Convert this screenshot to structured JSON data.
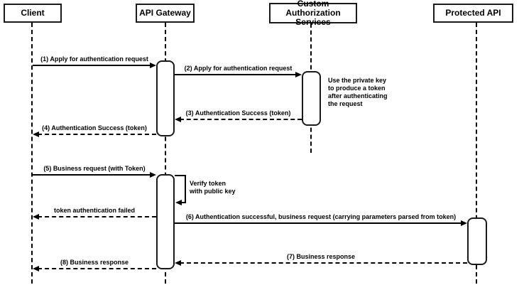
{
  "diagram": {
    "type": "sequence-diagram",
    "colors": {
      "stroke": "#000000",
      "fill": "#ffffff"
    },
    "actors": [
      {
        "label": "Client"
      },
      {
        "label": "API Gateway"
      },
      {
        "label": "Custom Authorization Services"
      },
      {
        "label": "Protected API"
      }
    ],
    "messages": [
      {
        "num": 1,
        "label": "(1) Apply for authentication request",
        "from": "Client",
        "to": "API Gateway",
        "style": "solid"
      },
      {
        "num": 2,
        "label": "(2) Apply for authentication request",
        "from": "API Gateway",
        "to": "Custom Authorization Services",
        "style": "solid"
      },
      {
        "num": 3,
        "label": "(3) Authentication Success (token)",
        "from": "Custom Authorization Services",
        "to": "API Gateway",
        "style": "dashed"
      },
      {
        "num": 4,
        "label": "(4) Authentication Success (token)",
        "from": "API Gateway",
        "to": "Client",
        "style": "dashed"
      },
      {
        "num": 5,
        "label": "(5) Business request (with Token)",
        "from": "Client",
        "to": "API Gateway",
        "style": "solid"
      },
      {
        "num": null,
        "label": "token authentication failed",
        "from": "API Gateway",
        "to": "Client",
        "style": "dashed"
      },
      {
        "num": 6,
        "label": "(6) Authentication successful, business request (carrying parameters parsed from token)",
        "from": "API Gateway",
        "to": "Protected API",
        "style": "solid"
      },
      {
        "num": 7,
        "label": "(7) Business response",
        "from": "Protected API",
        "to": "API Gateway",
        "style": "dashed"
      },
      {
        "num": 8,
        "label": "(8) Business response",
        "from": "API Gateway",
        "to": "Client",
        "style": "dashed"
      }
    ],
    "self_message": {
      "label": "Verify token\nwith public key",
      "on": "API Gateway"
    },
    "note": {
      "text": "Use the private key to produce a token after authenticating the request",
      "on": "Custom Authorization Services"
    }
  }
}
